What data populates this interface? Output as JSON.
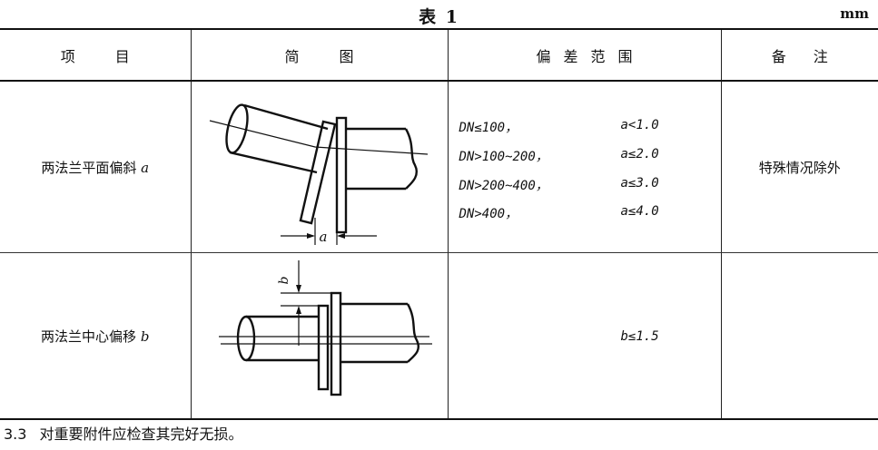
{
  "table": {
    "caption": "表 1",
    "unit": "mm",
    "headers": {
      "item": "项目",
      "diagram": "简图",
      "range": "偏差范围",
      "note": "备注"
    },
    "rows": [
      {
        "item_text": "两法兰平面偏斜 ",
        "item_symbol": "a",
        "diagram_label": "a",
        "ranges": [
          {
            "cond": "DN≤100，",
            "limit": "a<1.0"
          },
          {
            "cond": "DN>100~200，",
            "limit": "a≤2.0"
          },
          {
            "cond": "DN>200~400，",
            "limit": "a≤3.0"
          },
          {
            "cond": "DN>400，",
            "limit": "a≤4.0"
          }
        ],
        "note": "特殊情况除外"
      },
      {
        "item_text": "两法兰中心偏移 ",
        "item_symbol": "b",
        "diagram_label": "b",
        "limit": "b≤1.5",
        "note": ""
      }
    ]
  },
  "footer": {
    "number": "3.3",
    "text": "对重要附件应检查其完好无损。"
  }
}
